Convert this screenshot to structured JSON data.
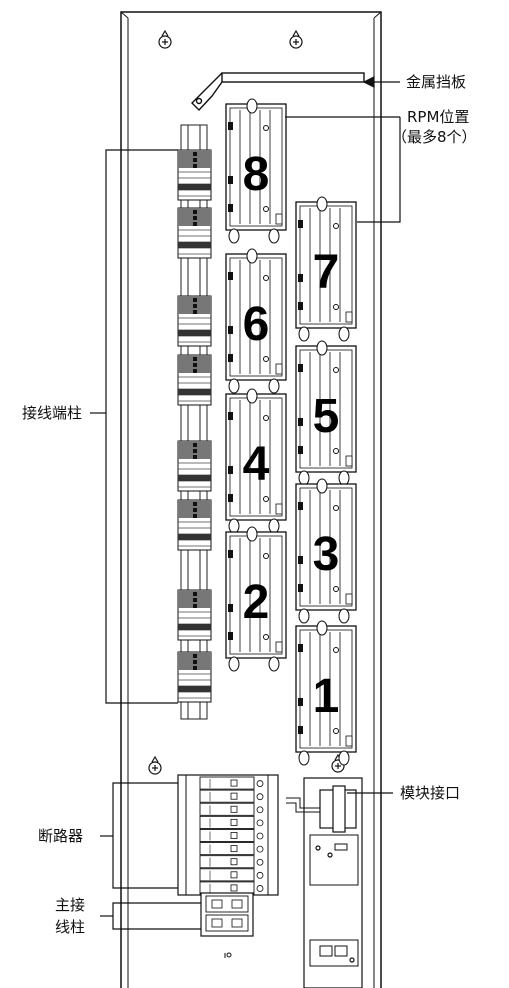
{
  "labels": {
    "metal_baffle": "金属挡板",
    "rpm_position": "RPM位置",
    "rpm_max": "（最多8个）",
    "terminal_posts": "接线端柱",
    "module_interface": "模块接口",
    "breakers": "断路器",
    "main_terminal_line1": "主接",
    "main_terminal_line2": "线柱"
  },
  "modules": [
    {
      "number": "8"
    },
    {
      "number": "7"
    },
    {
      "number": "6"
    },
    {
      "number": "5"
    },
    {
      "number": "4"
    },
    {
      "number": "3"
    },
    {
      "number": "2"
    },
    {
      "number": "1"
    }
  ],
  "breaker_count": 9,
  "main_terminal_count": 2
}
